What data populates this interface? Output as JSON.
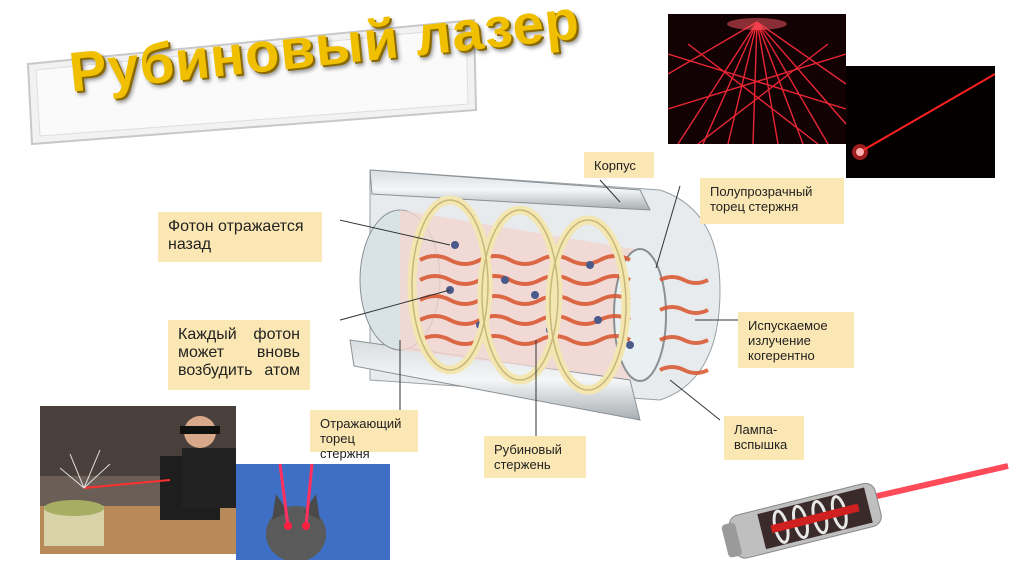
{
  "title": "Рубиновый лазер",
  "labels": {
    "korpus": "Корпус",
    "semi": "Полупрозрачный торец стержня",
    "foton": "Фотон отражается назад",
    "kazhdyi": "Каждый фотон может вновь возбудить атом",
    "emitted": "Испускаемое излучение когерентно",
    "reflect": "Отражающий торец стержня",
    "rod": "Рубиновый стержень",
    "lamp": "Лампа-вспышка"
  },
  "colors": {
    "label_bg": "#fbe7b3",
    "title_gold": "#f0c000",
    "laser_red": "#e8202a"
  },
  "icons": [
    "laser-fan-photo",
    "laser-beam-photo",
    "lab-photo",
    "cat-laser-eyes-photo",
    "laser-cutaway-photo"
  ]
}
